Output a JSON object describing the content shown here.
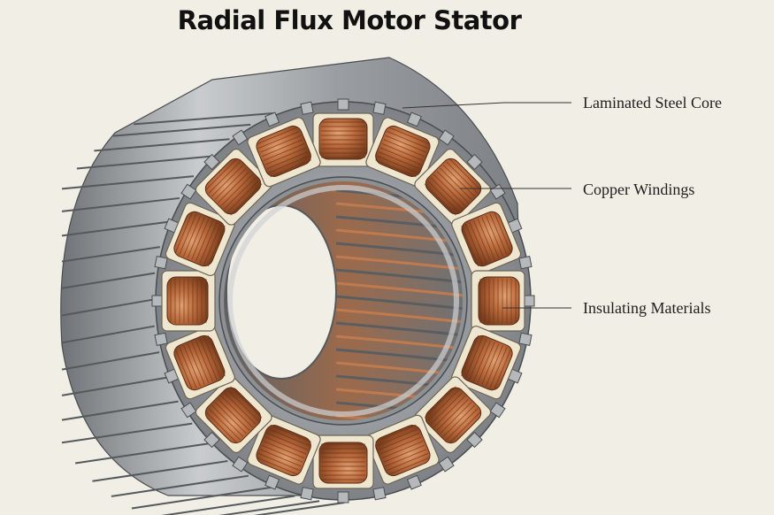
{
  "title": "Radial Flux Motor Stator",
  "labels": {
    "core": "Laminated Steel Core",
    "windings": "Copper Windings",
    "insulation": "Insulating Materials"
  },
  "colors": {
    "background": "#f1eee5",
    "steel": "#a9adb0",
    "copper": "#b8683a",
    "insulation": "#efe6cf",
    "leader": "#333333"
  },
  "stator": {
    "coil_count": 16
  }
}
